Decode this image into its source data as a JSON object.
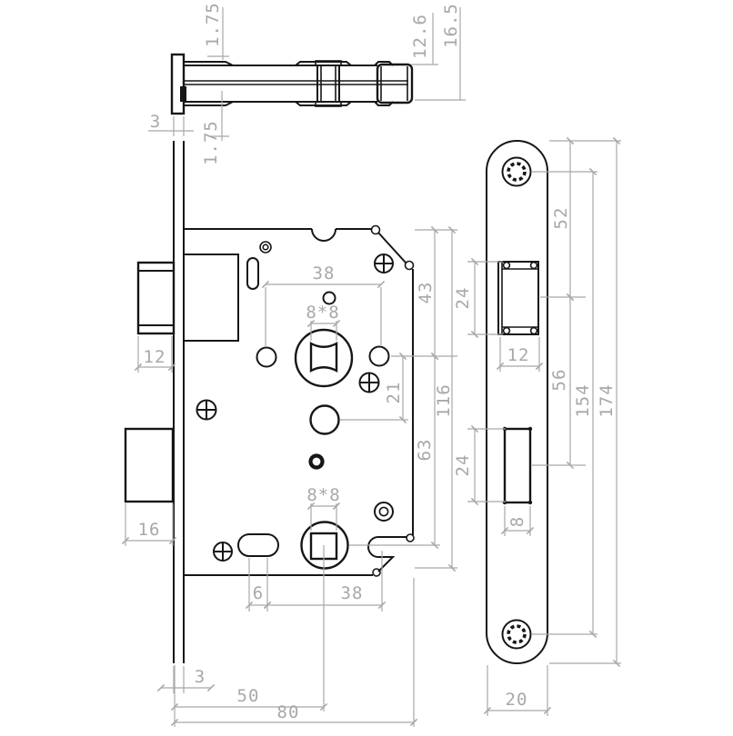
{
  "drawing": {
    "type": "technical-drawing",
    "subject": "mortise door lock with faceplate - dimensioned views",
    "colors": {
      "outline": "#161616",
      "dimension": "#a8a8a8",
      "background": "#ffffff"
    },
    "views": {
      "top": {
        "name": "latch-bolt-side-view",
        "labels": {
          "plate_lip": "1.75",
          "head_width": "12.6",
          "head_total": "16.5"
        }
      },
      "front": {
        "name": "lock-body-front-view",
        "labels": {
          "plate_thickness_top": "3",
          "plate_lip_lower": "1.75",
          "handle_spacing": "38",
          "spindle_square_top": "8*8",
          "top_to_spindle": "43",
          "spindle_to_cylinder": "21",
          "overall_height": "116",
          "spindle_to_lower": "63",
          "latch_height": "12",
          "deadbolt_height": "16",
          "spindle_square_bottom": "8*8",
          "slot_length": "6",
          "slot_to_hub": "38",
          "plate_thickness_bottom": "3",
          "backset": "50",
          "body_depth": "80"
        }
      },
      "plate": {
        "name": "faceplate-front-view",
        "labels": {
          "screw_to_latch": "52",
          "latch_opening_height": "24",
          "latch_opening_width": "12",
          "latch_to_deadbolt": "56",
          "screw_spacing": "154",
          "plate_length": "174",
          "deadbolt_opening_height": "24",
          "deadbolt_opening_width": "8",
          "plate_width": "20"
        }
      }
    }
  }
}
